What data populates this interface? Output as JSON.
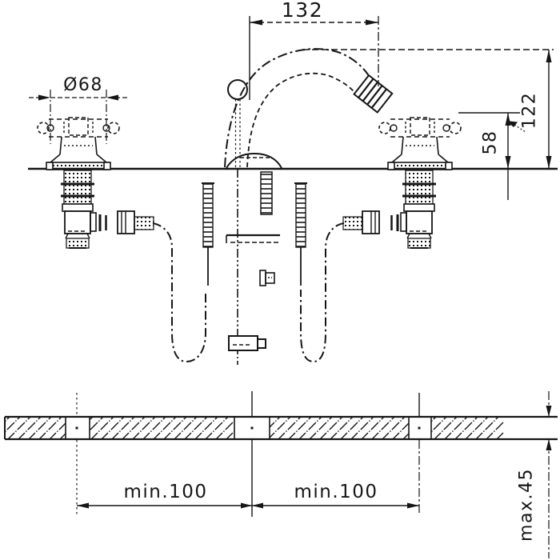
{
  "drawing": {
    "type": "technical installation drawing, 3-hole bidet/basin mixer",
    "colors": {
      "line": "#161616",
      "background": "#ffffff"
    },
    "front_view": {
      "dim_spout_reach": "132",
      "dim_handle_diameter": "Ø68",
      "dim_spout_height": "122",
      "dim_outlet_height": "58"
    },
    "section_view": {
      "dim_left_hole_spacing": "min.100",
      "dim_right_hole_spacing": "min.100",
      "dim_deck_thickness": "max.45"
    }
  }
}
